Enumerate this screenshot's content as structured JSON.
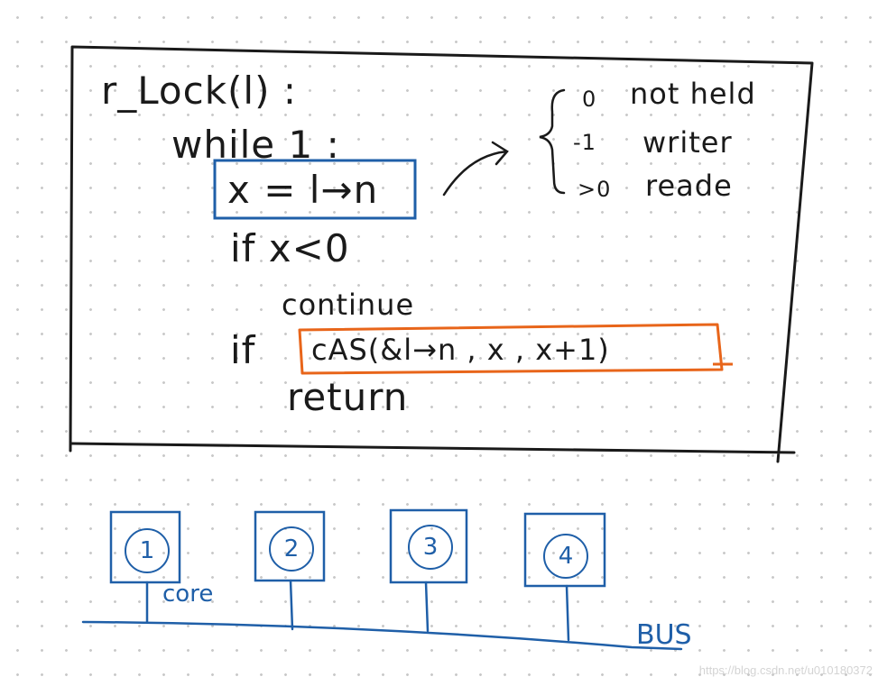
{
  "code": {
    "signature": "r_Lock(l) :",
    "while_line": "while 1 :",
    "read_line": "x = l→n",
    "if_check": "if x<0",
    "continue_line": "continue",
    "if_prefix": "if",
    "cas_call": "cAS(&l→n , x , x+1)",
    "return_line": "return"
  },
  "legend": [
    {
      "value": "0",
      "meaning": "not held"
    },
    {
      "value": "-1",
      "meaning": "writer"
    },
    {
      "value": ">0",
      "meaning": "reade"
    }
  ],
  "cores": [
    {
      "number": "1"
    },
    {
      "number": "2"
    },
    {
      "number": "3"
    },
    {
      "number": "4"
    }
  ],
  "core_label": "core",
  "bus_label": "BUS",
  "watermark": "https://blog.csdn.net/u010180372",
  "colors": {
    "ink": "#1a1a1a",
    "blue_highlight": "#1f5fa8",
    "orange_highlight": "#e8651a"
  }
}
